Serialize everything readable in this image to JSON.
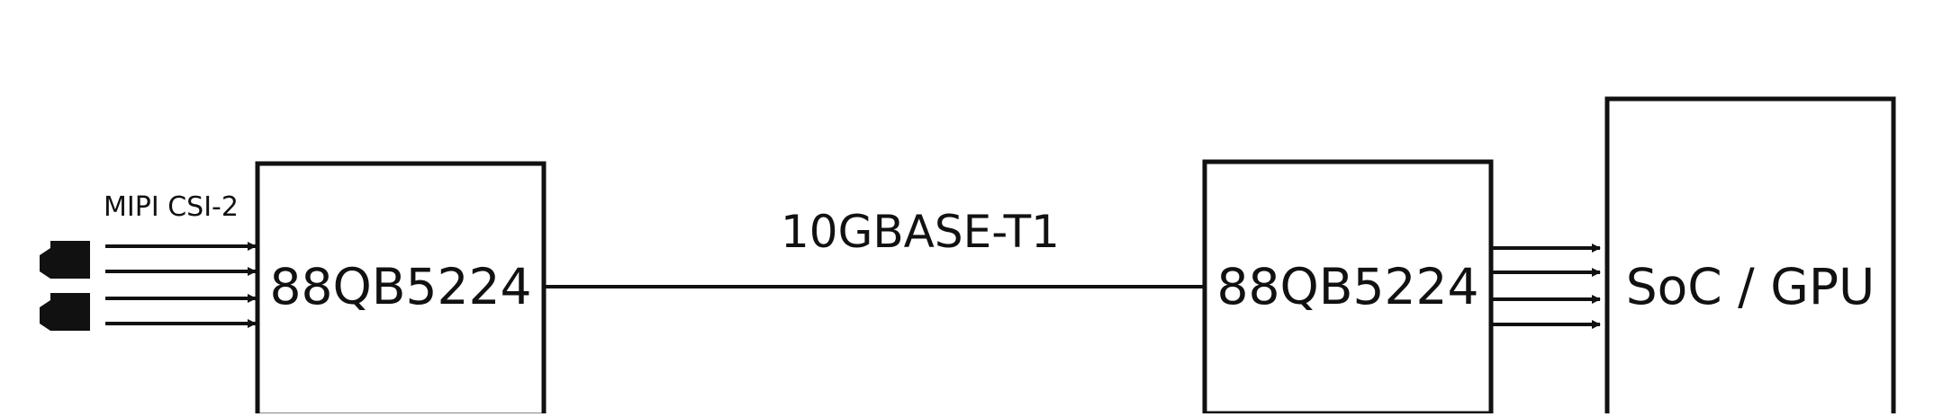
{
  "diagram": {
    "input_label": "MIPI CSI-2",
    "link_label": "10GBASE-T1",
    "serializer_label": "88QB5224",
    "deserializer_label": "88QB5224",
    "soc_label": "SoC / GPU",
    "line_color": "#111111",
    "background_color": "#ffffff",
    "camera_count": 2,
    "input_lanes": 4,
    "output_lanes": 4
  }
}
